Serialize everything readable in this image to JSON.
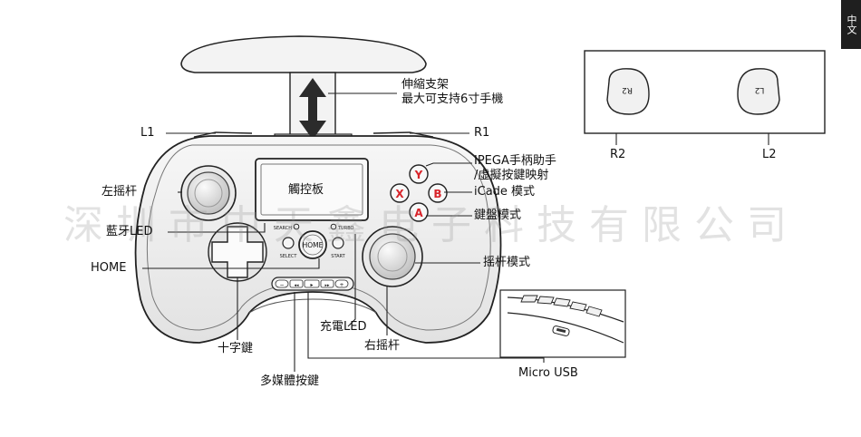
{
  "lang_tab": "中文",
  "watermark": "深圳市中天鑫电子科技有限公司",
  "callouts": {
    "stand": [
      "伸縮支架",
      "最大可支持6寸手機"
    ],
    "l1": "L1",
    "r1": "R1",
    "ipega": [
      "IPEGA手柄助手",
      "/虛擬按鍵映射"
    ],
    "icade": "iCade 模式",
    "keyboard": "鍵盤模式",
    "left_stick": "左摇杆",
    "touchpad": "觸控板",
    "bt_led": "藍牙LED",
    "home": "HOME",
    "joystick_mode": "摇杆模式",
    "charge_led": "充電LED",
    "right_stick": "右摇杆",
    "dpad": "十字鍵",
    "media": "多媒體按鍵",
    "micro_usb": "Micro USB",
    "r2": "R2",
    "l2": "L2"
  },
  "controller": {
    "search": "SEARCH",
    "turbo": "TURBO",
    "select": "SELECT",
    "start": "START",
    "home_btn": "HOME",
    "face_buttons": [
      "Y",
      "X",
      "B",
      "A"
    ],
    "media_keys": [
      "−",
      "◂◂",
      "▸",
      "▸▸",
      "+"
    ],
    "trigger_r2": "R2",
    "trigger_l2": "L2"
  },
  "colors": {
    "face_button_letter": "#d8242a",
    "outline": "#222222"
  }
}
